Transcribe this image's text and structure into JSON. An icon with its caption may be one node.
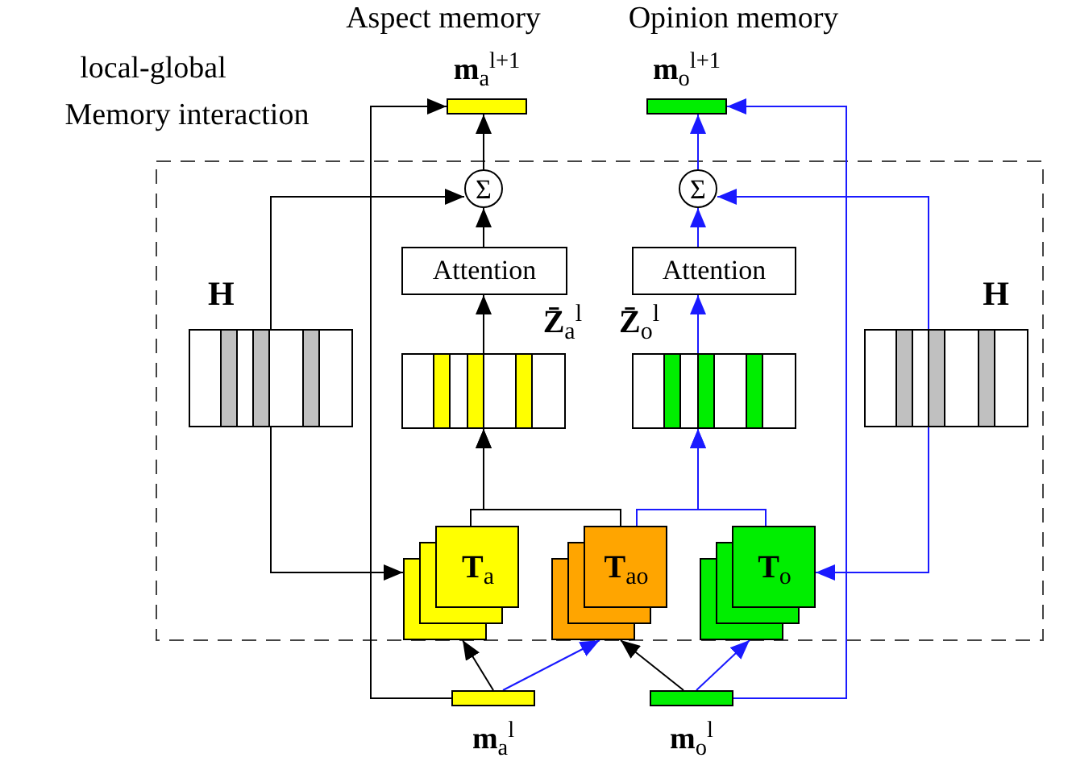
{
  "diagram": {
    "nodes": [
      {
        "text": [
          "**m**$_{a}$$^{l+1}$"
        ]
      },
      {
        "text": [
          "**m**$_{o}$$^{l+1}$"
        ]
      },
      {
        "text": [
          "Σ"
        ]
      },
      {
        "text": [
          "Σ"
        ]
      },
      {
        "text": [
          "Attention"
        ]
      },
      {
        "text": [
          "Attention"
        ]
      },
      {
        "text": [
          "H"
        ]
      },
      {
        "text": [
          "**Z̄**$_{a}$$^{l}$"
        ]
      },
      {
        "text": [
          "**Z̄**$_{o}$$^{l}$"
        ]
      },
      {
        "text": [
          "H"
        ]
      },
      {
        "text": [
          "**T**$_{a}$"
        ]
      },
      {
        "text": [
          "**T**$_{ao}$"
        ]
      },
      {
        "text": [
          "**T**$_{o}$"
        ]
      },
      {
        "text": [
          "**m**$_{a}$$^{l}$"
        ]
      },
      {
        "text": [
          "**m**$_{o}$$^{l}$"
        ]
      }
    ],
    "edges": [
      {
        "from": 2,
        "to": 0,
        "arrow": "to"
      },
      {
        "from": 3,
        "to": 1,
        "arrow": "to",
        "color": "#1a1aff"
      },
      {
        "from": 4,
        "to": 2,
        "arrow": "to"
      },
      {
        "from": 5,
        "to": 3,
        "arrow": "to",
        "color": "#1a1aff"
      },
      {
        "from": 7,
        "to": 4,
        "arrow": "to"
      },
      {
        "from": 8,
        "to": 5,
        "arrow": "to",
        "color": "#1a1aff"
      },
      {
        "from": 6,
        "to": 2,
        "arrow": "to"
      },
      {
        "from": 6,
        "to": 10,
        "arrow": "to"
      },
      {
        "from": 9,
        "to": 3,
        "arrow": "to",
        "color": "#1a1aff"
      },
      {
        "from": 9,
        "to": 12,
        "arrow": "to",
        "color": "#1a1aff"
      },
      {
        "from": 10,
        "to": 7,
        "arrow": "to"
      },
      {
        "from": 11,
        "to": 7,
        "arrow": "to"
      },
      {
        "from": 11,
        "to": 8,
        "arrow": "to",
        "color": "#1a1aff"
      },
      {
        "from": 12,
        "to": 8,
        "arrow": "to",
        "color": "#1a1aff"
      },
      {
        "from": 13,
        "to": 10,
        "arrow": "to"
      },
      {
        "from": 13,
        "to": 11,
        "arrow": "to",
        "color": "#1a1aff"
      },
      {
        "from": 14,
        "to": 11,
        "arrow": "to"
      },
      {
        "from": 14,
        "to": 12,
        "arrow": "to",
        "color": "#1a1aff"
      },
      {
        "from": 13,
        "to": 0,
        "arrow": "to"
      },
      {
        "from": 14,
        "to": 1,
        "arrow": "to",
        "color": "#1a1aff"
      }
    ],
    "labels": [
      "Aspect memory",
      "Opinion memory",
      "local-global",
      "Memory interaction"
    ]
  }
}
